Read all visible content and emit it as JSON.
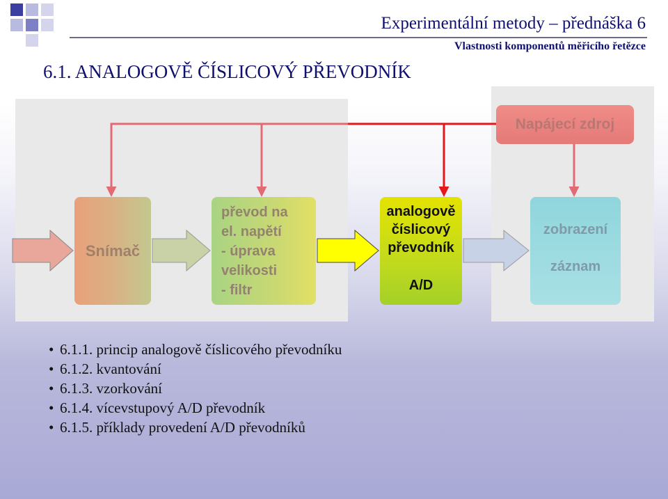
{
  "header": {
    "title": "Experimentální metody – přednáška 6",
    "subtitle": "Vlastnosti komponentů měřicího řetězce"
  },
  "section_title": "6.1. ANALOGOVĚ ČÍSLICOVÝ PŘEVODNÍK",
  "diagram": {
    "snimac": "Snímač",
    "prevod_lines": [
      "převod na",
      "el. napětí",
      "- úprava",
      "velikosti",
      "- filtr"
    ],
    "ad_lines": [
      "analogově",
      "číslicový",
      "převodník"
    ],
    "ad_label": "A/D",
    "zobrazeni": "zobrazení",
    "zaznam": "záznam",
    "napajeci_zdroj": "Napájecí zdroj"
  },
  "bullets": [
    "6.1.1. princip analogově číslicového převodníku",
    "6.1.2. kvantování",
    "6.1.3. vzorkování",
    "6.1.4. vícevstupový A/D převodník",
    "6.1.5. příklady provedení A/D převodníků"
  ],
  "colors": {
    "title_blue": "#10106e",
    "power_line_red": "#e4181b",
    "power_line_pink": "#e26a74",
    "arrow_pink": "#e8a79a",
    "arrow_yellow": "#ffff00"
  }
}
